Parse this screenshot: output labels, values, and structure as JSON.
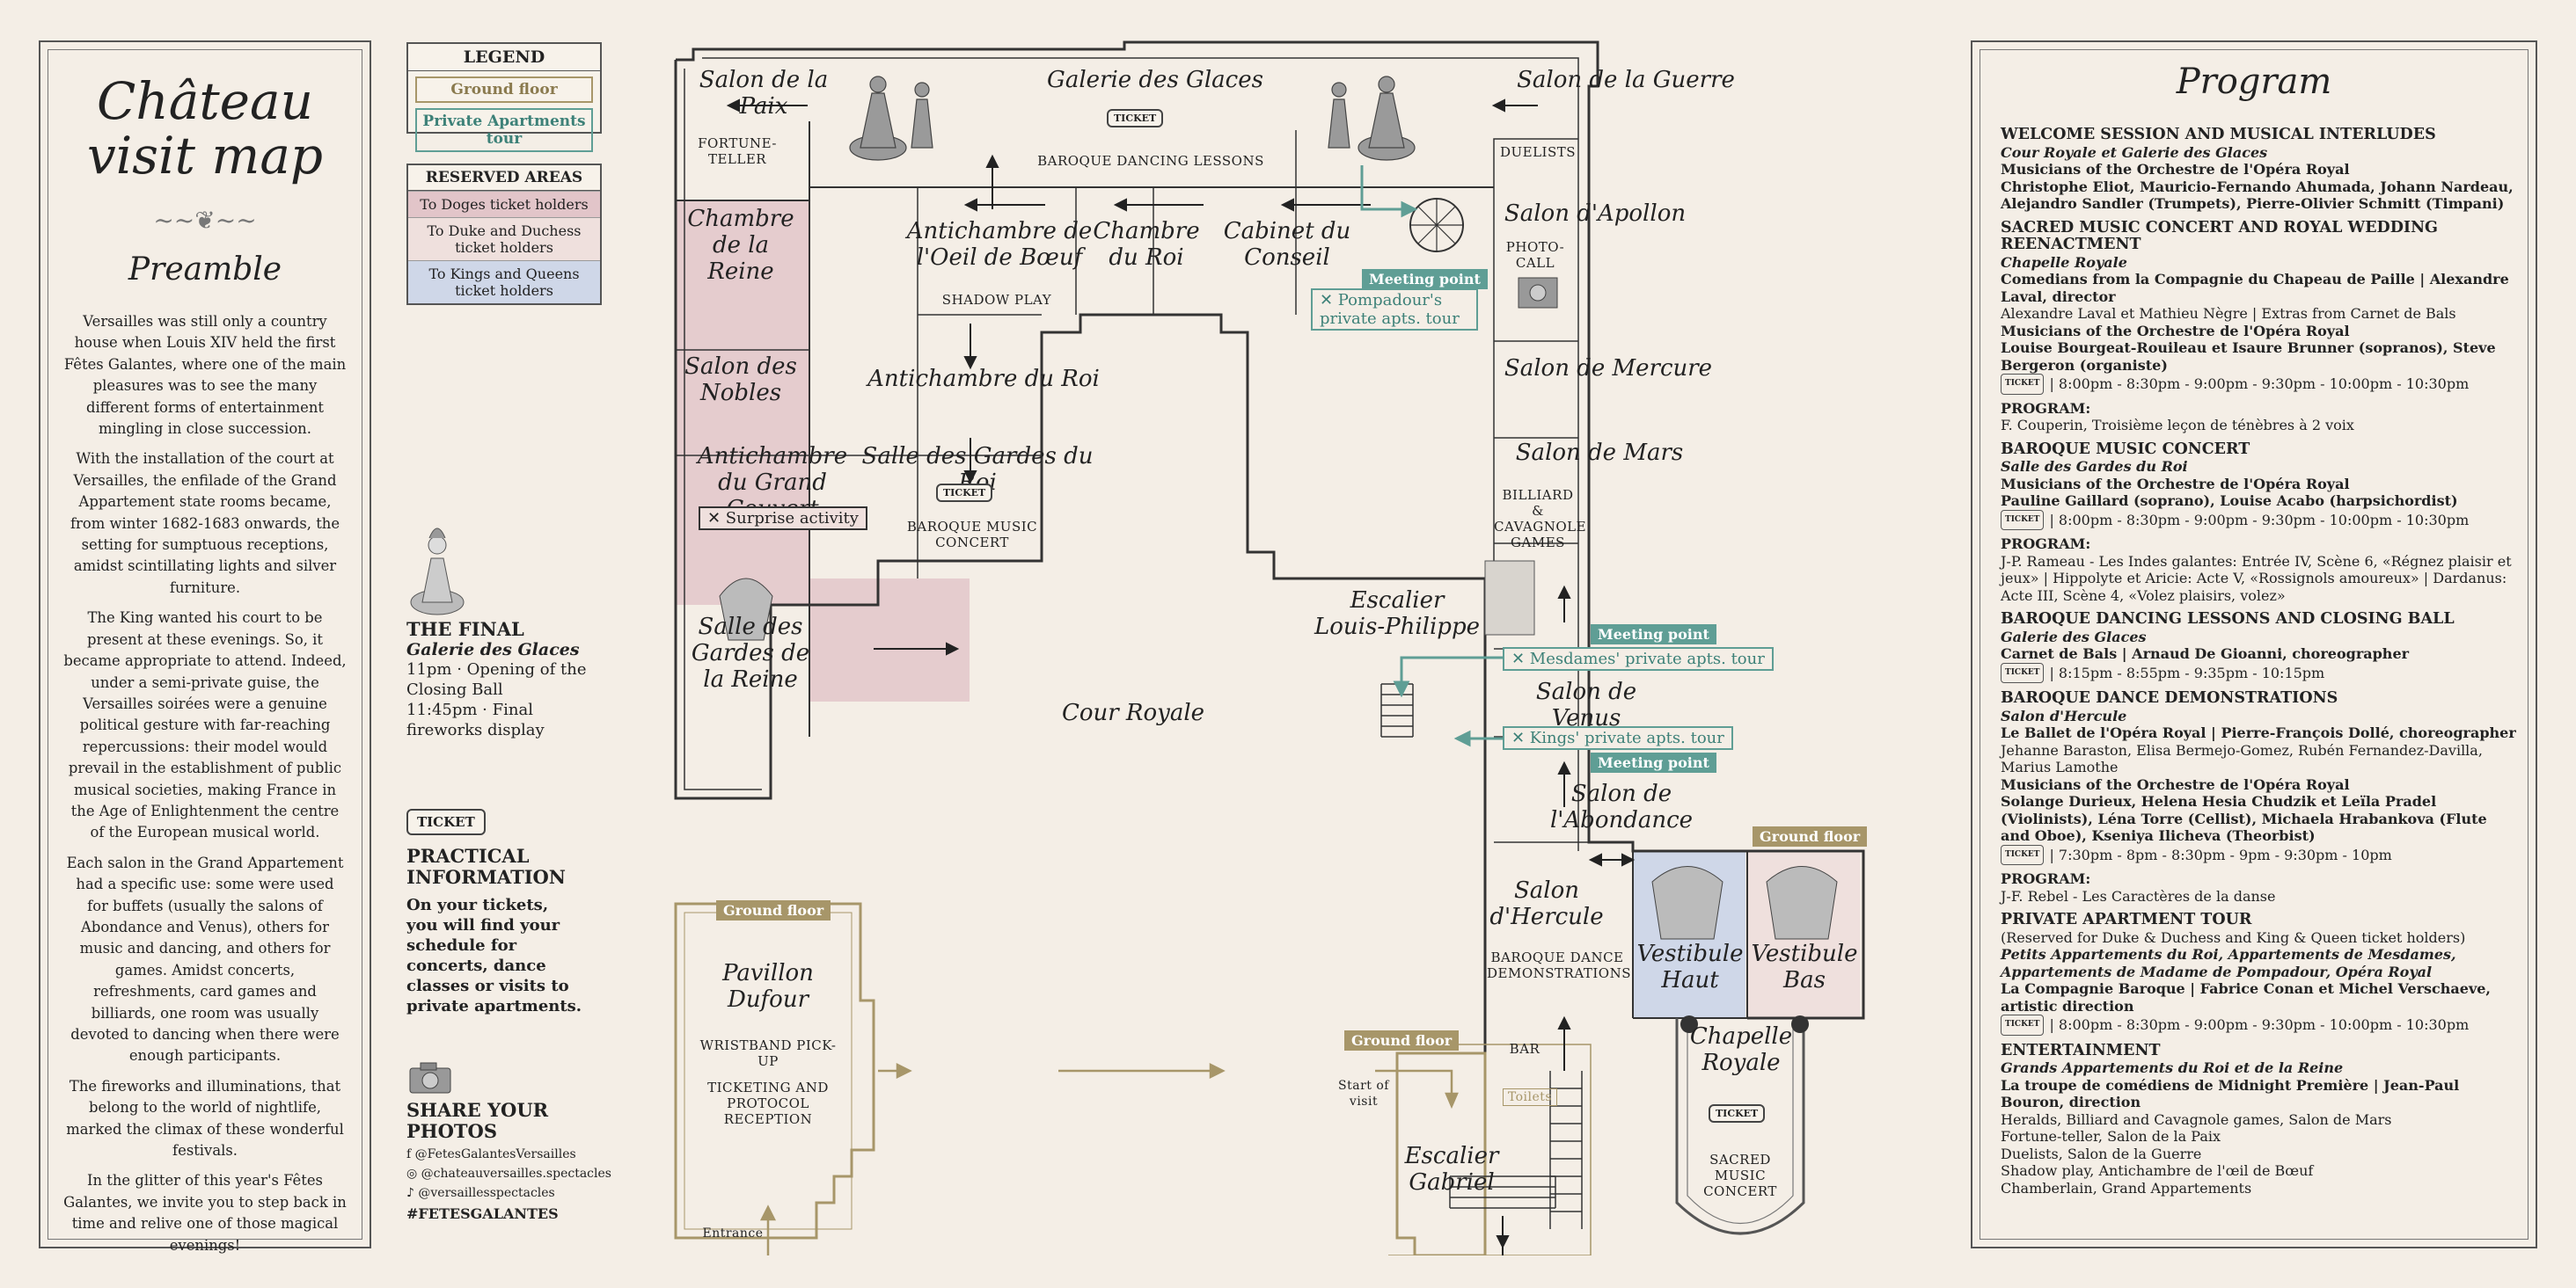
{
  "left_panel": {
    "title_line1": "Château",
    "title_line2": "visit map",
    "preamble_title": "Preamble",
    "paragraphs": [
      "Versailles was still only a country house when Louis XIV held the first Fêtes Galantes, where one of the main pleasures was to see the many different forms of entertainment mingling in close succession.",
      "With the installation of the court at Versailles, the enfilade of the Grand Appartement state rooms became, from winter 1682-1683 onwards, the setting for sumptuous receptions, amidst scintillating lights and silver furniture.",
      "The King wanted his court to be present at these evenings. So, it became appropriate to attend. Indeed, under a semi-private guise, the Versailles soirées were a genuine political gesture with far-reaching repercussions: their model would prevail in the establishment of public musical societies, making France in the Age of Enlightenment the centre of the European musical world.",
      "Each salon in the Grand Appartement had a specific use: some were used for buffets (usually the salons of Abondance and Venus), others for music and dancing, and others for games. Amidst concerts, refreshments, card games and billiards, one room was usually devoted to dancing when there were enough participants.",
      "The fireworks and illuminations, that belong to the world of nightlife, marked the climax of these wonderful festivals.",
      "In the glitter of this year's Fêtes Galantes, we invite you to step back in time and relive one of those magical evenings!"
    ]
  },
  "legend": {
    "title": "LEGEND",
    "ground_floor": "Ground floor",
    "private_tour": "Private Apartments tour",
    "reserved_title": "RESERVED AREAS",
    "reserved": [
      {
        "label": "To Doges ticket holders",
        "color": "#e2c5c9"
      },
      {
        "label": "To Duke and Duchess ticket holders",
        "color": "#efe0dd"
      },
      {
        "label": "To Kings and Queens ticket holders",
        "color": "#cfd7e8"
      }
    ],
    "colors": {
      "gold": "#a79669",
      "teal": "#5f9e95"
    }
  },
  "final": {
    "title": "THE FINAL",
    "place": "Galerie des Glaces",
    "items": [
      "11pm · Opening of the Closing Ball",
      "11:45pm · Final fireworks display"
    ]
  },
  "practical": {
    "ticket": "TICKET",
    "title": "PRACTICAL INFORMATION",
    "text": "On your tickets, you will find your schedule for concerts, dance classes or visits to private apartments."
  },
  "share": {
    "title": "SHARE YOUR PHOTOS",
    "facebook": "@FetesGalantesVersailles",
    "instagram": "@chateauversailles.spectacles",
    "tiktok": "@versaillesspectacles",
    "hashtag": "#FETESGALANTES"
  },
  "map": {
    "rooms": {
      "paix": "Salon de la Paix",
      "glaces": "Galerie des Glaces",
      "guerre": "Salon de la Guerre",
      "reine": "Chambre de la Reine",
      "nobles": "Salon des Nobles",
      "oeil": "Antichambre de l'Oeil de Bœuf",
      "chambre_roi": "Chambre du Roi",
      "conseil": "Cabinet du Conseil",
      "apollon": "Salon d'Apollon",
      "anti_roi": "Antichambre du Roi",
      "mercure": "Salon de Mercure",
      "grand_couvert": "Antichambre du Grand Couvert",
      "gardes_roi": "Salle des Gardes du Roi",
      "mars": "Salon de Mars",
      "gardes_reine": "Salle des Gardes de la Reine",
      "escalier_lp": "Escalier Louis-Philippe",
      "cour": "Cour Royale",
      "venus": "Salon de Venus",
      "abondance": "Salon de l'Abondance",
      "hercule": "Salon d'Hercule",
      "vest_haut": "Vestibule Haut",
      "vest_bas": "Vestibule Bas",
      "pavillon": "Pavillon Dufour",
      "chapelle": "Chapelle Royale",
      "escalier_g": "Escalier Gabriel"
    },
    "captions": {
      "fortune": "FORTUNE-TELLER",
      "dancing": "BAROQUE DANCING LESSONS",
      "duelists": "DUELISTS",
      "photo": "PHOTO-CALL",
      "shadow": "SHADOW PLAY",
      "music": "BAROQUE MUSIC CONCERT",
      "billiard": "BILLIARD & CAVAGNOLE GAMES",
      "hercule": "BAROQUE DANCE DEMONSTRATIONS",
      "wristband": "WRISTBAND PICK-UP",
      "ticketing": "TICKETING AND PROTOCOL RECEPTION",
      "bar": "BAR",
      "start": "Start of visit",
      "toilets": "Toilets",
      "entrance": "Entrance",
      "sacred": "SACRED MUSIC CONCERT"
    },
    "tags": {
      "meeting": "Meeting point",
      "ground": "Ground floor",
      "surprise": "✕ Surprise activity",
      "pompadour": "✕ Pompadour's private apts. tour",
      "mesdames": "✕ Mesdames' private apts. tour",
      "kings": "✕ Kings' private apts. tour",
      "ticket": "TICKET"
    }
  },
  "program": {
    "title": "Program",
    "sections": [
      {
        "head": "WELCOME SESSION AND MUSICAL INTERLUDES",
        "place": "Cour Royale et Galerie des Glaces",
        "lines": [
          "Musicians of the Orchestre de l'Opéra Royal",
          "Christophe Eliot, Mauricio-Fernando Ahumada, Johann Nardeau, Alejandro Sandler (Trumpets), Pierre-Olivier Schmitt (Timpani)"
        ],
        "times": ""
      },
      {
        "head": "SACRED MUSIC CONCERT AND ROYAL WEDDING REENACTMENT",
        "place": "Chapelle Royale",
        "lines": [
          "Comedians from la Compagnie du Chapeau de Paille | Alexandre Laval, director",
          "Alexandre Laval et Mathieu Nègre | Extras from Carnet de Bals",
          "Musicians of the Orchestre de l'Opéra Royal",
          "Louise Bourgeat-Rouileau et Isaure Brunner (sopranos), Steve Bergeron (organiste)"
        ],
        "times": "| 8:00pm - 8:30pm - 9:00pm - 9:30pm - 10:00pm - 10:30pm",
        "program": "PROGRAM:",
        "work": "F. Couperin, Troisième leçon de ténèbres à 2 voix"
      },
      {
        "head": "BAROQUE MUSIC CONCERT",
        "place": "Salle des Gardes du Roi",
        "lines": [
          "Musicians of the Orchestre de l'Opéra Royal",
          "Pauline Gaillard (soprano), Louise Acabo (harpsichordist)"
        ],
        "times": "| 8:00pm - 8:30pm - 9:00pm - 9:30pm - 10:00pm - 10:30pm",
        "program": "PROGRAM:",
        "work": "J-P. Rameau - Les Indes galantes: Entrée IV, Scène 6, «Régnez plaisir et jeux» | Hippolyte et Aricie: Acte V, «Rossignols amoureux» | Dardanus: Acte III, Scène 4, «Volez plaisirs, volez»"
      },
      {
        "head": "BAROQUE DANCING LESSONS AND CLOSING BALL",
        "place": "Galerie des Glaces",
        "lines": [
          "Carnet de Bals | Arnaud De Gioanni, choreographer"
        ],
        "times": "| 8:15pm - 8:55pm - 9:35pm - 10:15pm"
      },
      {
        "head": "BAROQUE DANCE DEMONSTRATIONS",
        "place": "Salon d'Hercule",
        "lines": [
          "Le Ballet de l'Opéra Royal | Pierre-François Dollé, choreographer",
          "Jehanne Baraston, Elisa Bermejo-Gomez, Rubén Fernandez-Davilla, Marius Lamothe",
          "Musicians of the Orchestre de l'Opéra Royal",
          "Solange Durieux, Helena Hesia Chudzik et Leïla Pradel (Violinists), Léna Torre (Cellist), Michaela Hrabankova (Flute and Oboe), Kseniya Ilicheva (Theorbist)"
        ],
        "times": "| 7:30pm - 8pm - 8:30pm - 9pm - 9:30pm - 10pm",
        "program": "PROGRAM:",
        "work": "J-F. Rebel - Les Caractères de la danse"
      },
      {
        "head": "PRIVATE APARTMENT TOUR",
        "place": "",
        "lines": [
          "(Reserved for Duke & Duchess and King & Queen ticket holders)",
          "Petits Appartements du Roi, Appartements de Mesdames, Appartements de Madame de Pompadour, Opéra Royal",
          "La Compagnie Baroque | Fabrice Conan et Michel Verschaeve, artistic direction"
        ],
        "times": "| 8:00pm - 8:30pm - 9:00pm - 9:30pm - 10:00pm - 10:30pm"
      },
      {
        "head": "ENTERTAINMENT",
        "place": "Grands Appartements du Roi et de la Reine",
        "lines": [
          "La troupe de comédiens de Midnight Première | Jean-Paul Bouron, direction",
          "Heralds, Billiard and Cavagnole games, Salon de Mars",
          "Fortune-teller, Salon de la Paix",
          "Duelists, Salon de la Guerre",
          "Shadow play, Antichambre de l'œil de Bœuf",
          "Chamberlain, Grand Appartements"
        ],
        "times": ""
      }
    ]
  }
}
